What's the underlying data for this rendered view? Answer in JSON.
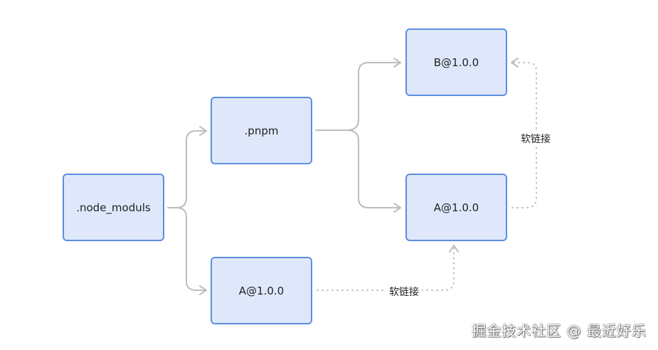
{
  "nodes": {
    "node_modules": ".node_moduls",
    "pnpm": ".pnpm",
    "b_pkg": "B@1.0.0",
    "a_pkg_store": "A@1.0.0",
    "a_pkg_top": "A@1.0.0"
  },
  "edge_labels": {
    "symlink_top": "软链接",
    "symlink_right": "软链接"
  },
  "watermark": "掘金技术社区 @ 最近好乐",
  "colors": {
    "node_fill": "#dfe8fb",
    "node_border": "#5b8fe0",
    "solid_arrow": "#bdbdbd",
    "dotted_arrow": "#bdbdbd"
  }
}
